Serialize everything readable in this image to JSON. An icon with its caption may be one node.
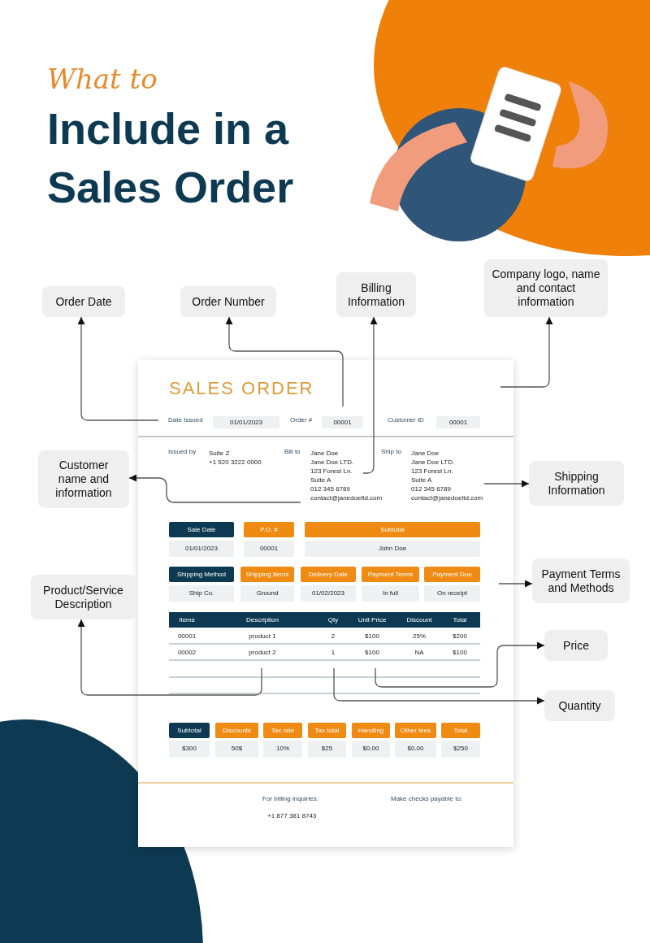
{
  "diagram": {
    "title": "*What to* Include in a Sales Order",
    "nodes": [
      {
        "text": [
          "Order Date"
        ]
      },
      {
        "text": [
          "Order Number"
        ]
      },
      {
        "text": [
          "Billing Information"
        ]
      },
      {
        "text": [
          "Company logo, name and contact information"
        ]
      },
      {
        "text": [
          "Customer name and information"
        ]
      },
      {
        "text": [
          "Shipping Information"
        ]
      },
      {
        "text": [
          "Payment Terms and Methods"
        ]
      },
      {
        "text": [
          "Product/Service Description"
        ]
      },
      {
        "text": [
          "Price"
        ]
      },
      {
        "text": [
          "Quantity"
        ]
      }
    ],
    "edges": [
      {
        "from": null,
        "to": 0,
        "arrow": "to"
      },
      {
        "from": null,
        "to": 1,
        "arrow": "to"
      },
      {
        "from": null,
        "to": 2,
        "arrow": "to"
      },
      {
        "from": null,
        "to": 3,
        "arrow": "to"
      },
      {
        "from": null,
        "to": 4,
        "arrow": "to"
      },
      {
        "from": null,
        "to": 5,
        "arrow": "to"
      },
      {
        "from": null,
        "to": 6,
        "arrow": "to"
      },
      {
        "from": null,
        "to": 7,
        "arrow": "to"
      },
      {
        "from": null,
        "to": 8,
        "arrow": "to"
      },
      {
        "from": null,
        "to": 9,
        "arrow": "to"
      }
    ],
    "labels": [
      "SALES ORDER",
      "Date Issued",
      "01/01/2023",
      "Order #",
      "00001",
      "Customer ID",
      "00001",
      "Issued by",
      "Suite Z",
      "+1 520 3222 0000",
      "Bill to",
      "Jane Doe",
      "Jane Doe LTD.",
      "123 Forest Ln.",
      "Suite A",
      "012 345 6789",
      "contact@janedoeltd.com",
      "Ship to",
      "Jane Doe",
      "Jane Doe LTD.",
      "123 Forest Ln.",
      "Suite A",
      "012 345 6789",
      "contact@janedoeltd.com",
      "Sale Date",
      "P.O. #",
      "Subtotal",
      "01/01/2023",
      "00001",
      "John Doe",
      "Shipping Method",
      "Shipping Items",
      "Delivery Date",
      "Payment Terms",
      "Payment Due",
      "Ship Co.",
      "Ground",
      "01/02/2023",
      "In full",
      "On receipt",
      "Items",
      "Description",
      "Qty",
      "Unit Price",
      "Discount",
      "Total",
      "00001",
      "product 1",
      "2",
      "$100",
      "25%",
      "$200",
      "00002",
      "product 2",
      "1",
      "$100",
      "NA",
      "$100",
      "Subtotal",
      "Discounts",
      "Tax rate",
      "Tax total",
      "Handling",
      "Other fees",
      "Total",
      "$300",
      "50$",
      "10%",
      "$25",
      "$0.00",
      "$0.00",
      "$250",
      "For billing inquiries:",
      "+1 877 381 8743",
      "Make checks payable to:"
    ]
  }
}
